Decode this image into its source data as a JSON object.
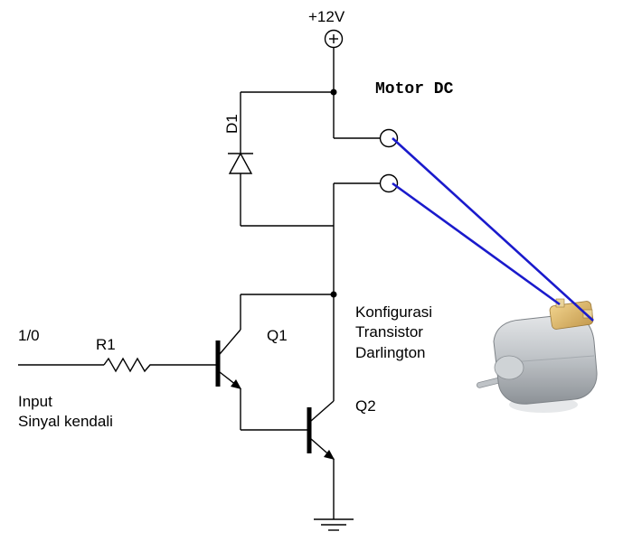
{
  "supply": {
    "label": "+12V"
  },
  "motor": {
    "label": "Motor DC"
  },
  "diode": {
    "label": "D1"
  },
  "resistor": {
    "label": "R1"
  },
  "input": {
    "value_label": "1/0",
    "desc_line1": "Input",
    "desc_line2": "Sinyal kendali"
  },
  "transistor_q1": {
    "label": "Q1"
  },
  "transistor_q2": {
    "label": "Q2"
  },
  "config": {
    "line1": "Konfigurasi",
    "line2": "Transistor",
    "line3": "Darlington"
  },
  "colors": {
    "motor_wire": "#1a1acc",
    "circuit": "#000000",
    "motor_body": "#b8bcc0",
    "motor_cap": "#d8b870"
  }
}
